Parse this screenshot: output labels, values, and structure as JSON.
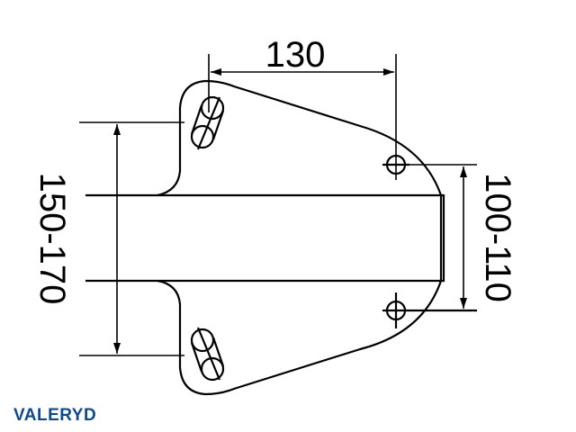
{
  "dimensions": {
    "top_width": "130",
    "left_span": "150-170",
    "right_span": "100-110"
  },
  "logo": {
    "text": "VALERYD",
    "color": "#0d4a8c"
  }
}
